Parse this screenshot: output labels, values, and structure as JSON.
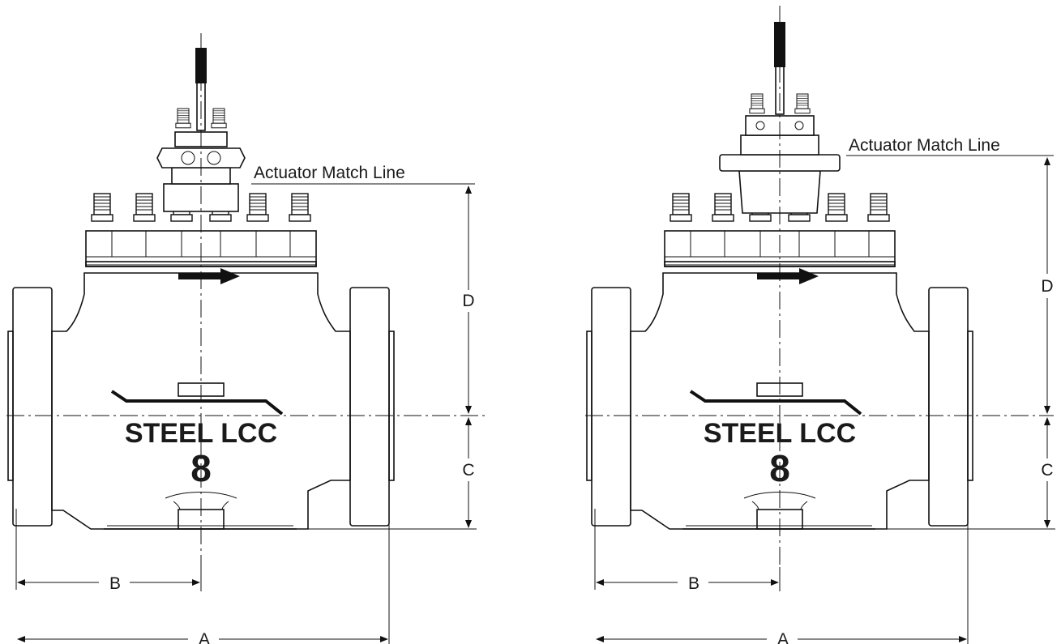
{
  "views": [
    {
      "id": "left",
      "actuator_match_line": "Actuator Match Line",
      "casting_material": "STEEL LCC",
      "casting_size": "8",
      "dimensions": {
        "A": "A",
        "B": "B",
        "C": "C",
        "D": "D"
      }
    },
    {
      "id": "right",
      "actuator_match_line": "Actuator Match Line",
      "casting_material": "STEEL LCC",
      "casting_size": "8",
      "dimensions": {
        "A": "A",
        "B": "B",
        "C": "C",
        "D": "D"
      }
    }
  ],
  "colors": {
    "line": "#111111",
    "background": "#ffffff"
  }
}
